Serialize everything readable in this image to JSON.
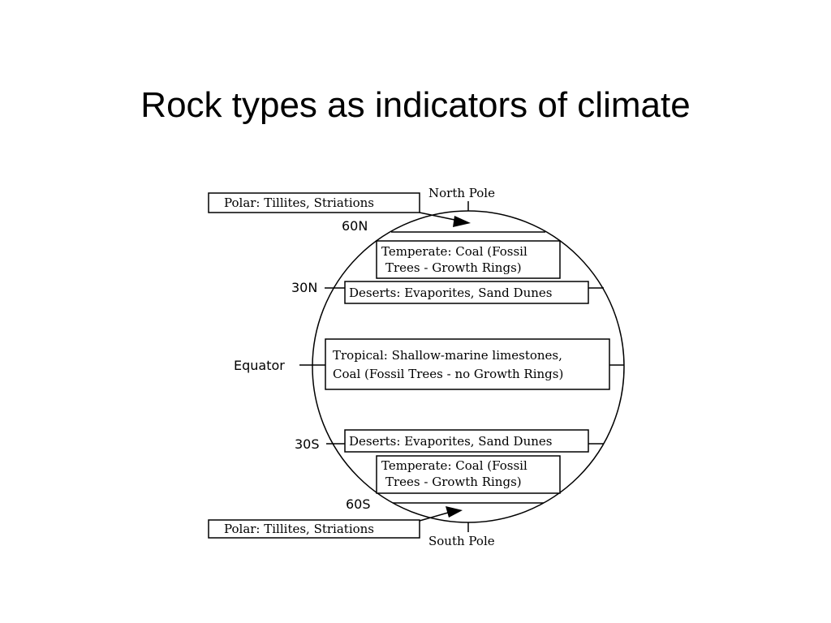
{
  "title": "Rock types as indicators of climate",
  "diagram": {
    "poles": {
      "north": "North Pole",
      "south": "South Pole"
    },
    "latitudes": {
      "n60": "60N",
      "n30": "30N",
      "equator": "Equator",
      "s30": "30S",
      "s60": "60S"
    },
    "zones": {
      "polar_north": "Polar:  Tillites, Striations",
      "temperate_north": [
        "Temperate:  Coal (Fossil",
        "Trees - Growth Rings)"
      ],
      "desert_north": "Deserts:  Evaporites, Sand Dunes",
      "tropical": [
        "Tropical:  Shallow-marine limestones,",
        "Coal (Fossil Trees - no Growth Rings)"
      ],
      "desert_south": "Deserts:  Evaporites, Sand Dunes",
      "temperate_south": [
        "Temperate:  Coal (Fossil",
        "Trees - Growth Rings)"
      ],
      "polar_south": "Polar:  Tillites, Striations"
    }
  }
}
